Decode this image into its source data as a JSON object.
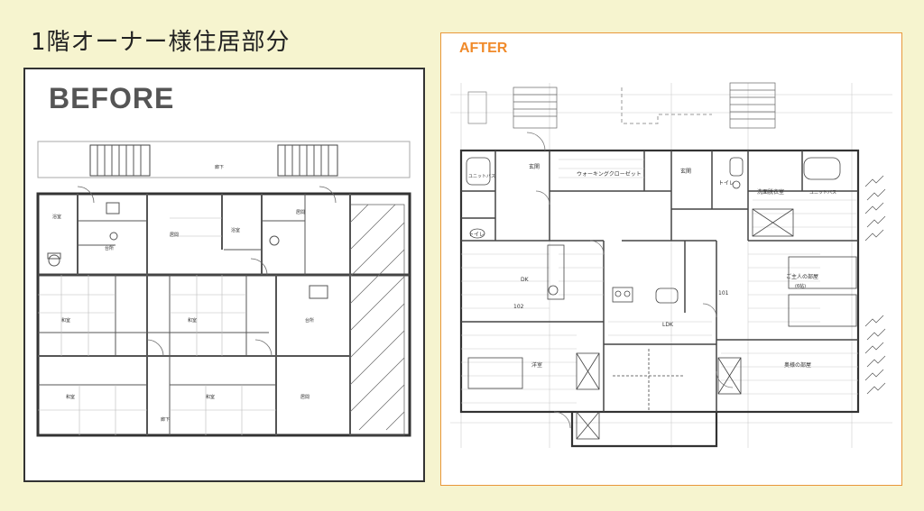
{
  "page": {
    "title": "1階オーナー様住居部分"
  },
  "before": {
    "label": "BEFORE"
  },
  "after": {
    "label": "AFTER",
    "rooms": {
      "genkan1": "玄関",
      "genkan2": "玄関",
      "walkin": "ウォーキングクローゼット",
      "toilet1": "トイレ",
      "toilet2": "トイレ",
      "senmen": "洗面脱衣室",
      "unit_bath1": "ユニットバス",
      "unit_bath2": "ユニットバス",
      "dk": "DK",
      "room102": "102",
      "ldk": "LDK",
      "washitsu": "洋室",
      "goshujin": "ご主人の部屋",
      "goshujin_size": "(6帖)",
      "okusama": "奥様の部屋",
      "room101": "101"
    }
  }
}
